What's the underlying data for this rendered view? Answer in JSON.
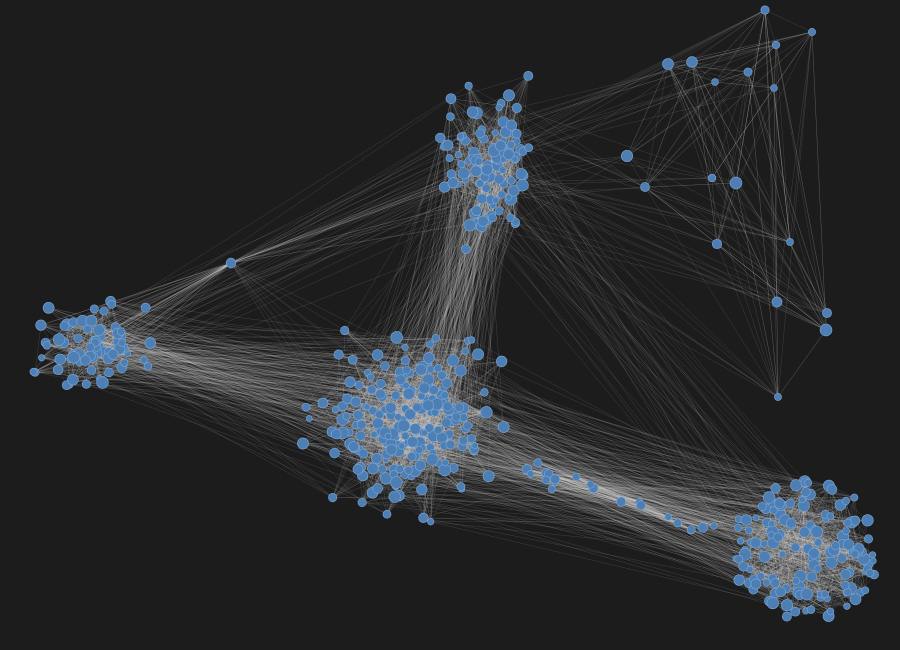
{
  "diagram": {
    "type": "force-directed network graph",
    "background_color": "#1c1c1c",
    "node_color": "#4d7fb5",
    "edge_color": "#d6d6d6",
    "clusters": [
      {
        "name": "left-cluster",
        "node_count": 70
      },
      {
        "name": "central-cluster",
        "node_count": 210
      },
      {
        "name": "upper-cluster",
        "node_count": 100
      },
      {
        "name": "right-cluster",
        "node_count": 140
      },
      {
        "name": "top-right-sparse-branch",
        "node_count": 18
      },
      {
        "name": "hub-node",
        "node_count": 1
      }
    ],
    "labels": []
  }
}
